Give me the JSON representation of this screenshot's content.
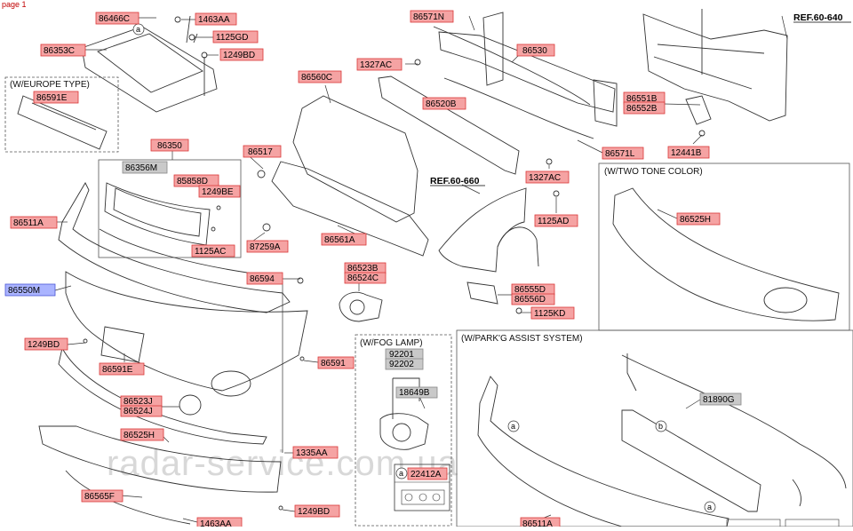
{
  "page": {
    "label": "page 1"
  },
  "watermark": "radar-service.com.ua",
  "colors": {
    "red_fill": "#f5a3a3",
    "red_border": "#d93838",
    "blue_fill": "#aab4ff",
    "blue_border": "#4a56d6",
    "gray_fill": "#c9c9c9",
    "gray_border": "#888888",
    "line": "#333333"
  },
  "ref_labels": {
    "ref_60_640": "REF.60-640",
    "ref_60_660": "REF.60-660"
  },
  "groups": {
    "europe_type": "(W/EUROPE TYPE)",
    "two_tone": "(W/TWO TONE COLOR)",
    "fog_lamp": "(W/FOG LAMP)",
    "parking_assist": "(W/PARK'G ASSIST SYSTEM)"
  },
  "callouts": {
    "a": "a",
    "b": "b"
  },
  "parts": {
    "p86466C": "86466C",
    "p1463AA_top": "1463AA",
    "p1125GD": "1125GD",
    "p86353C": "86353C",
    "p1249BD_top": "1249BD",
    "p86591E_top": "86591E",
    "p86350": "86350",
    "p86356M": "86356M",
    "p85858D": "85858D",
    "p1249BE": "1249BE",
    "p86511A_left": "86511A",
    "p1125AC_left": "1125AC",
    "p87259A": "87259A",
    "p86517": "86517",
    "p86560C": "86560C",
    "p86561A": "86561A",
    "p86571N": "86571N",
    "p86530": "86530",
    "p1327AC_top": "1327AC",
    "p86520B": "86520B",
    "p86571L": "86571L",
    "p1327AC_mid": "1327AC",
    "p1125AD": "1125AD",
    "p86551B": "86551B",
    "p86552B": "86552B",
    "p12441B": "12441B",
    "p86525H_right": "86525H",
    "p86594": "86594",
    "p86550M": "86550M",
    "p86523B": "86523B",
    "p86524C": "86524C",
    "p86555D": "86555D",
    "p86556D": "86556D",
    "p1125KD": "1125KD",
    "p1249BD_mid": "1249BD",
    "p86591E_mid": "86591E",
    "p86591": "86591",
    "p86523J": "86523J",
    "p86524J": "86524J",
    "p86525H_left": "86525H",
    "p1335AA": "1335AA",
    "p92201": "92201",
    "p92202": "92202",
    "p18649B": "18649B",
    "p81890G": "81890G",
    "p86565F": "86565F",
    "p1249BD_bot": "1249BD",
    "p22412A": "22412A",
    "p1463AA_bot": "1463AA",
    "p86511A_bot": "86511A"
  }
}
